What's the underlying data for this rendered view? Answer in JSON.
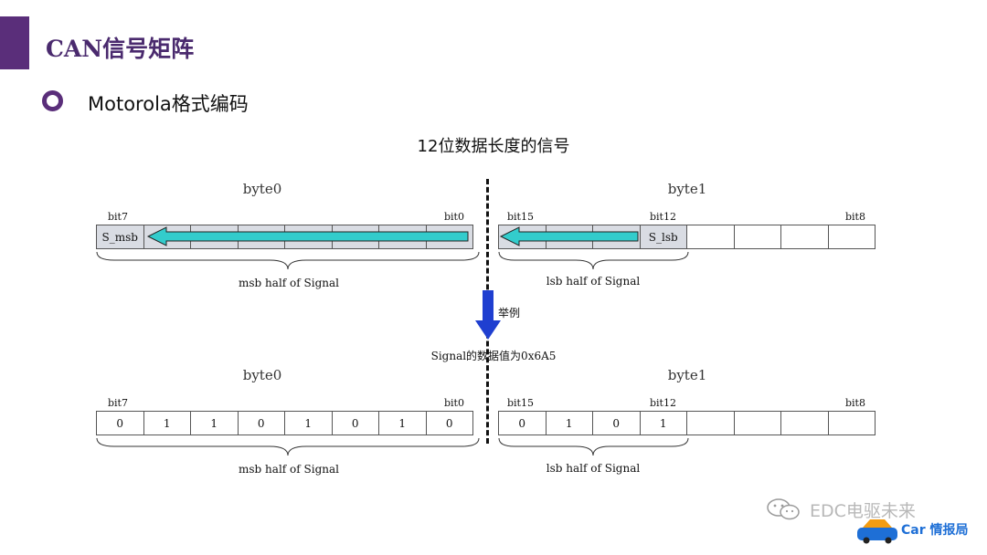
{
  "slide": {
    "title": "CAN信号矩阵",
    "bullet": "Motorola格式编码",
    "diagram_title": "12位数据长度的信号"
  },
  "top_frame": {
    "byte0_label": "byte0",
    "byte1_label": "byte1",
    "bit_labels": {
      "b7": "bit7",
      "b0": "bit0",
      "b15": "bit15",
      "b12": "bit12",
      "b8": "bit8"
    },
    "msb_cell": "S_msb",
    "lsb_cell": "S_lsb",
    "msb_half": "msb half of Signal",
    "lsb_half": "lsb half of Signal"
  },
  "example": {
    "arrow_label": "举例",
    "value_caption": "Signal的数据值为0x6A5"
  },
  "bottom_frame": {
    "byte0_label": "byte0",
    "byte1_label": "byte1",
    "bit_labels": {
      "b7": "bit7",
      "b0": "bit0",
      "b15": "bit15",
      "b12": "bit12",
      "b8": "bit8"
    },
    "byte0_bits": [
      "0",
      "1",
      "1",
      "0",
      "1",
      "0",
      "1",
      "0"
    ],
    "byte1_bits": [
      "0",
      "1",
      "0",
      "1",
      "",
      "",
      "",
      ""
    ],
    "msb_half": "msb half of Signal",
    "lsb_half": "lsb half of Signal"
  },
  "watermark": {
    "brand": "EDC电驱未来",
    "sub": "Car 情报局"
  },
  "colors": {
    "accent": "#5a2e7a",
    "arrow_fill": "#33cccc",
    "down_arrow": "#1f3fd0",
    "cell_shade": "#d9dce3"
  }
}
